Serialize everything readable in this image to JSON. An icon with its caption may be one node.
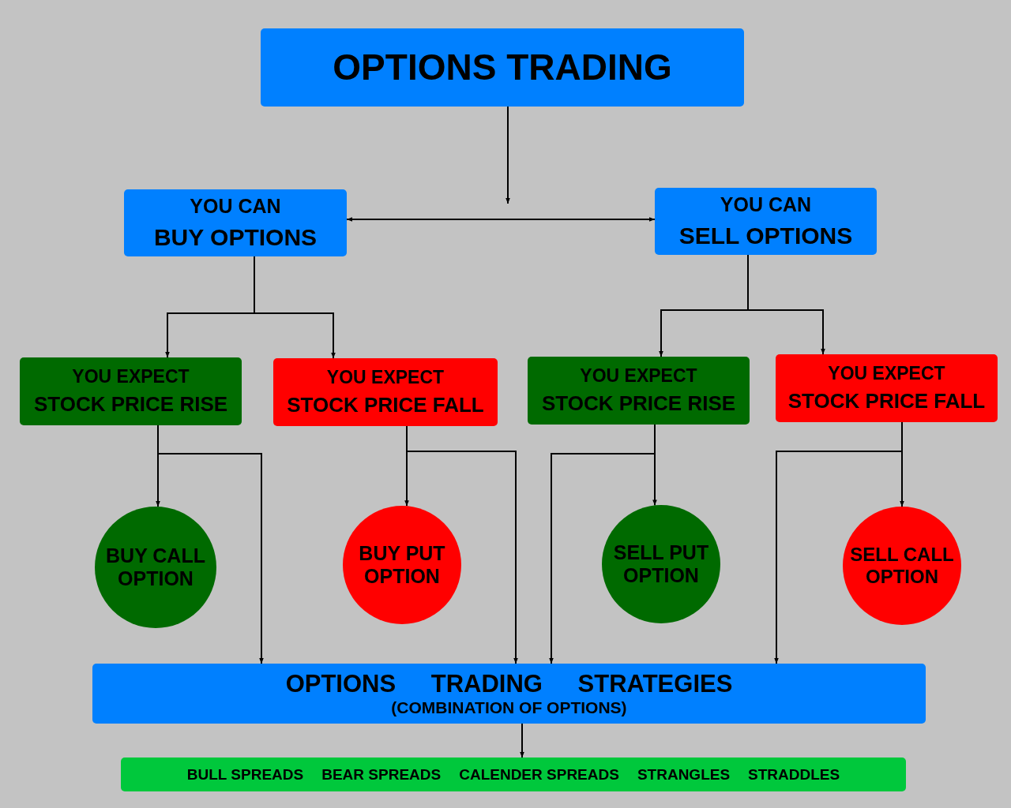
{
  "diagram": {
    "nodes": [
      {
        "text": [
          "OPTIONS TRADING"
        ]
      },
      {
        "text": [
          "YOU CAN",
          "BUY OPTIONS"
        ]
      },
      {
        "text": [
          "YOU CAN",
          "SELL OPTIONS"
        ]
      },
      {
        "text": [
          "YOU EXPECT",
          "STOCK PRICE RISE"
        ]
      },
      {
        "text": [
          "YOU EXPECT",
          "STOCK PRICE FALL"
        ]
      },
      {
        "text": [
          "YOU EXPECT",
          "STOCK PRICE RISE"
        ]
      },
      {
        "text": [
          "YOU EXPECT",
          "STOCK PRICE FALL"
        ]
      },
      {
        "text": [
          "BUY CALL OPTION"
        ]
      },
      {
        "text": [
          "BUY PUT OPTION"
        ]
      },
      {
        "text": [
          "SELL PUT OPTION"
        ]
      },
      {
        "text": [
          "SELL CALL OPTION"
        ]
      },
      {
        "text": [
          "OPTIONS TRADING STRATEGIES",
          "(COMBINATION OF OPTIONS)"
        ]
      },
      {
        "text": [
          "BULL SPREADS",
          "BEAR SPREADS",
          "CALENDER SPREADS",
          "STRANGLES",
          "STRADDLES"
        ]
      }
    ],
    "edges": [
      {
        "from": 0,
        "to": null,
        "arrow": "to"
      },
      {
        "from": 1,
        "to": 2,
        "arrow": "both"
      },
      {
        "from": 1,
        "to": 3,
        "arrow": "to"
      },
      {
        "from": 1,
        "to": 4,
        "arrow": "to"
      },
      {
        "from": 2,
        "to": 5,
        "arrow": "to"
      },
      {
        "from": 2,
        "to": 6,
        "arrow": "to"
      },
      {
        "from": 3,
        "to": 7,
        "arrow": "to"
      },
      {
        "from": 3,
        "to": 11,
        "arrow": "to"
      },
      {
        "from": 4,
        "to": 8,
        "arrow": "to"
      },
      {
        "from": 4,
        "to": 11,
        "arrow": "to"
      },
      {
        "from": 5,
        "to": 9,
        "arrow": "to"
      },
      {
        "from": 5,
        "to": 11,
        "arrow": "to"
      },
      {
        "from": 6,
        "to": 10,
        "arrow": "to"
      },
      {
        "from": 6,
        "to": 11,
        "arrow": "to"
      },
      {
        "from": 11,
        "to": 12,
        "arrow": "to"
      }
    ]
  }
}
